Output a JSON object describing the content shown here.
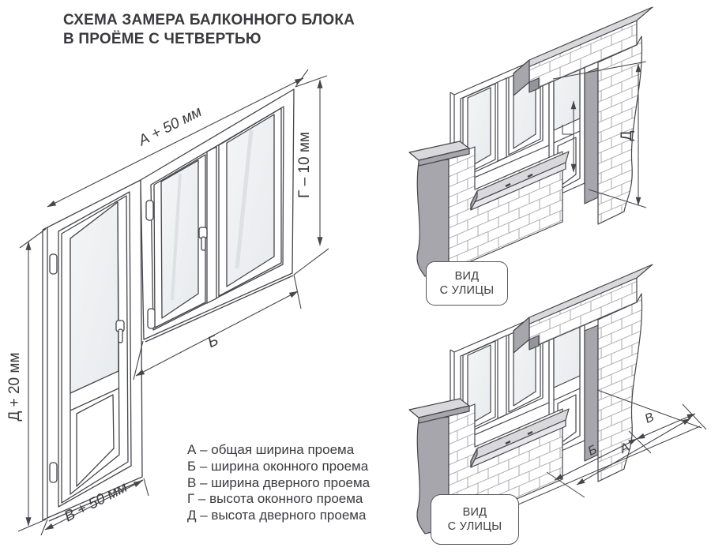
{
  "title": {
    "line1": "СХЕМА ЗАМЕРА БАЛКОННОГО БЛОКА",
    "line2": "В ПРОЁМЕ С ЧЕТВЕРТЬЮ"
  },
  "measure_drawing": {
    "dim_total_width": "А + 50 мм",
    "dim_window_height": "Г – 10 мм",
    "dim_window_width": "Б",
    "dim_door_height": "Д + 20 мм",
    "dim_door_width": "В + 50 мм"
  },
  "street_views": {
    "top": {
      "label_line1": "ВИД",
      "label_line2": "С УЛИЦЫ",
      "dim_height": "Д"
    },
    "bottom": {
      "label_line1": "ВИД",
      "label_line2": "С УЛИЦЫ",
      "dim_window_width": "Б",
      "dim_total_width": "А",
      "dim_door_width": "В"
    }
  },
  "legend": {
    "items": [
      "А – общая ширина проема",
      "Б – ширина оконного проема",
      "В – ширина дверного проема",
      "Г – высота оконного проема",
      "Д – высота дверного проема"
    ]
  },
  "colors": {
    "ink": "#46464c",
    "brick_joint": "#aaaab0",
    "gray_side": "#a6a6ac",
    "gray_light": "#d9d9dc",
    "notch": "#94949a",
    "glass": "#eef0f2"
  }
}
